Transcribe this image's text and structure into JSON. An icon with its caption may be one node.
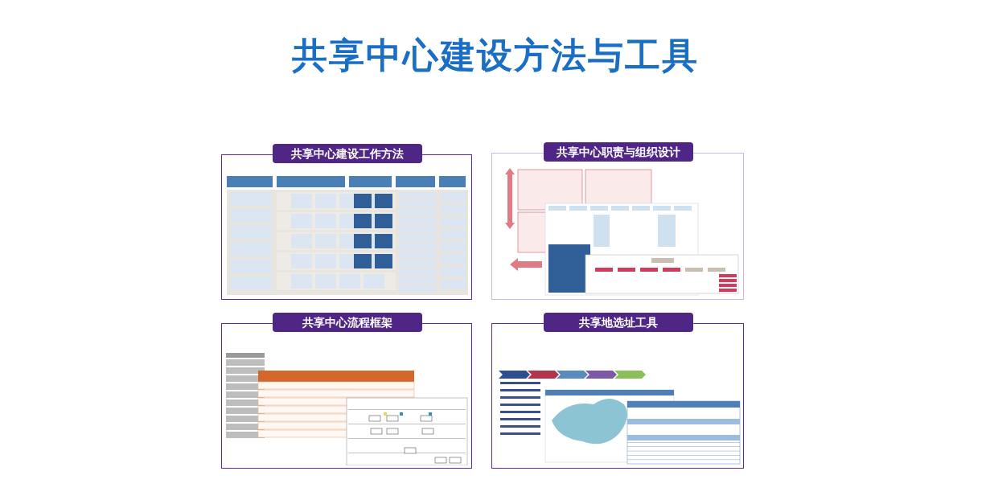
{
  "diagram": {
    "title": "共享中心建设方法与工具",
    "nodes": [
      {
        "text": [
          "共享中心建设工作方法"
        ]
      },
      {
        "text": [
          "共享中心职责与组织设计"
        ]
      },
      {
        "text": [
          "共享中心流程框架"
        ]
      },
      {
        "text": [
          "共享地选址工具"
        ]
      },
      {
        "text": [],
        "shape": "picture",
        "in": 0
      },
      {
        "text": [],
        "shape": "picture",
        "in": 1
      },
      {
        "text": [],
        "shape": "picture",
        "in": 2
      },
      {
        "text": [],
        "shape": "picture",
        "in": 3
      }
    ]
  }
}
